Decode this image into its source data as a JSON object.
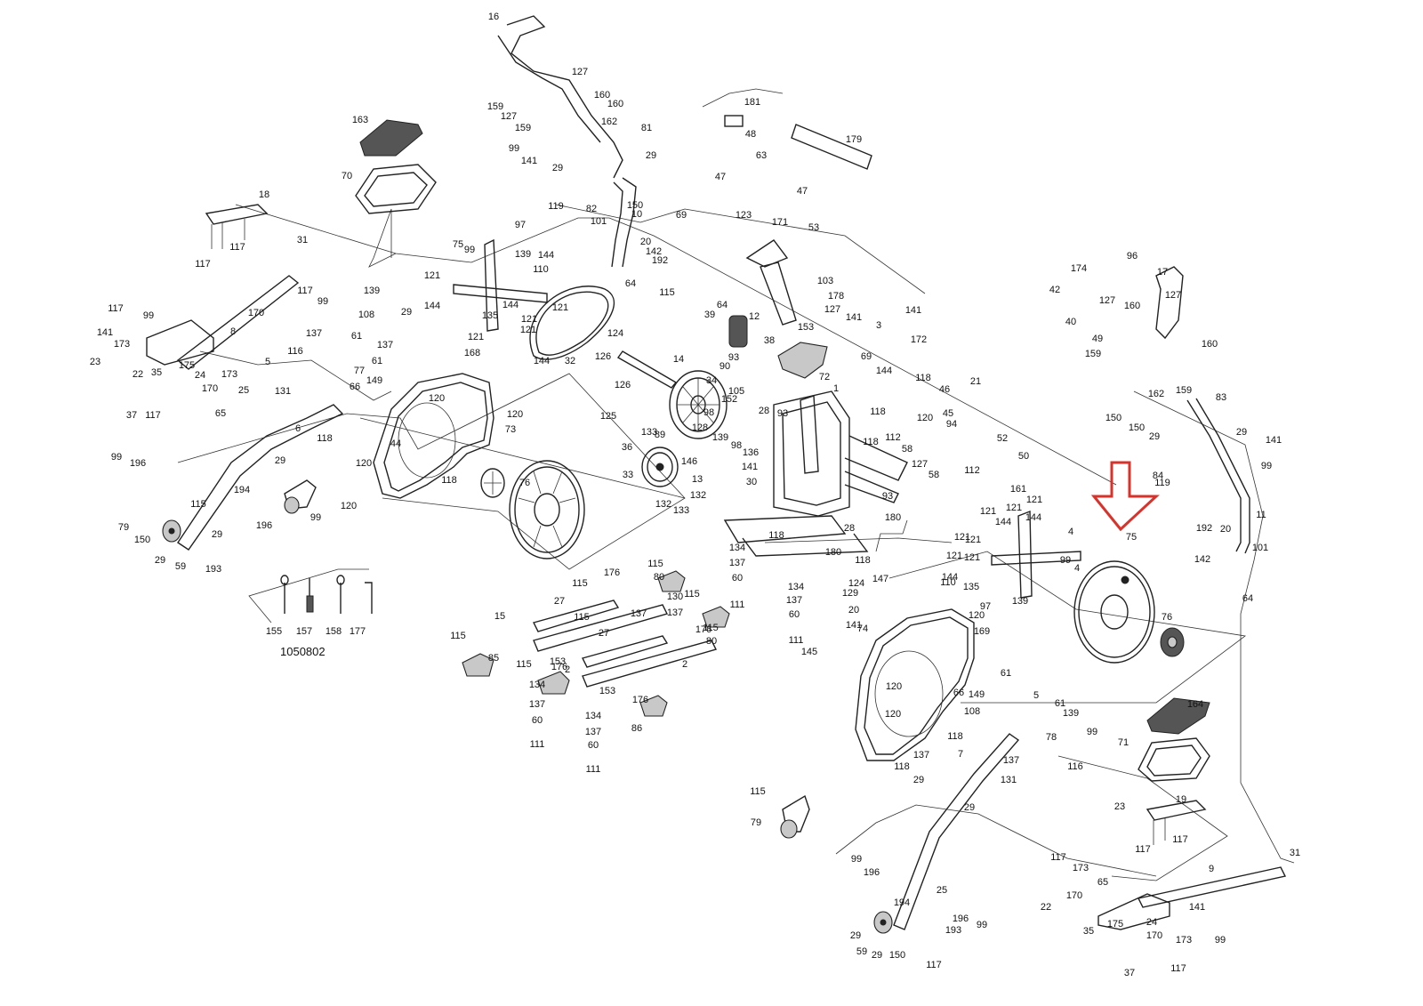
{
  "diagram": {
    "callouts": [
      "16",
      "127",
      "159",
      "160",
      "160",
      "127",
      "159",
      "162",
      "81",
      "99",
      "141",
      "29",
      "29",
      "119",
      "82",
      "150",
      "10",
      "101",
      "20",
      "142",
      "192",
      "69",
      "64",
      "181",
      "48",
      "179",
      "63",
      "47",
      "47",
      "123",
      "171",
      "53",
      "115",
      "39",
      "64",
      "12",
      "103",
      "178",
      "127",
      "141",
      "3",
      "141",
      "172",
      "153",
      "69",
      "163",
      "70",
      "18",
      "117",
      "117",
      "31",
      "117",
      "99",
      "141",
      "173",
      "170",
      "8",
      "23",
      "22",
      "35",
      "175",
      "24",
      "170",
      "173",
      "65",
      "117",
      "37",
      "99",
      "196",
      "25",
      "29",
      "115",
      "194",
      "196",
      "99",
      "79",
      "150",
      "29",
      "59",
      "29",
      "193",
      "117",
      "99",
      "139",
      "108",
      "137",
      "61",
      "5",
      "116",
      "77",
      "137",
      "61",
      "149",
      "66",
      "131",
      "6",
      "29",
      "168",
      "120",
      "120",
      "73",
      "44",
      "118",
      "120",
      "120",
      "118",
      "76",
      "75",
      "99",
      "97",
      "144",
      "121",
      "139",
      "110",
      "144",
      "135",
      "144",
      "121",
      "121",
      "121",
      "121",
      "144",
      "32",
      "124",
      "126",
      "126",
      "14",
      "34",
      "90",
      "105",
      "152",
      "98",
      "89",
      "128",
      "139",
      "98",
      "146",
      "13",
      "136",
      "28",
      "93",
      "141",
      "30",
      "125",
      "36",
      "133",
      "33",
      "132",
      "132",
      "133",
      "93",
      "38",
      "72",
      "1",
      "144",
      "118",
      "46",
      "118",
      "120",
      "45",
      "94",
      "118",
      "112",
      "58",
      "127",
      "58",
      "112",
      "93",
      "180",
      "118",
      "180",
      "28",
      "118",
      "147",
      "124",
      "21",
      "52",
      "50",
      "161",
      "121",
      "121",
      "144",
      "121",
      "144",
      "121",
      "121",
      "121",
      "121",
      "144",
      "110",
      "135",
      "97",
      "139",
      "99",
      "4",
      "4",
      "174",
      "96",
      "17",
      "42",
      "40",
      "127",
      "160",
      "127",
      "49",
      "160",
      "159",
      "162",
      "159",
      "83",
      "150",
      "150",
      "29",
      "29",
      "141",
      "99",
      "119",
      "84",
      "11",
      "192",
      "142",
      "20",
      "101",
      "64",
      "75",
      "76",
      "134",
      "137",
      "60",
      "111",
      "134",
      "137",
      "60",
      "111",
      "129",
      "20",
      "141",
      "145",
      "176",
      "115",
      "80",
      "115",
      "27",
      "130",
      "137",
      "137",
      "115",
      "115",
      "80",
      "176",
      "2",
      "27",
      "2",
      "115",
      "176",
      "153",
      "85",
      "115",
      "15",
      "115",
      "153",
      "176",
      "134",
      "137",
      "60",
      "111",
      "134",
      "137",
      "60",
      "111",
      "86",
      "155",
      "157",
      "158",
      "177",
      "120",
      "74",
      "169",
      "120",
      "66",
      "149",
      "61",
      "5",
      "108",
      "120",
      "118",
      "137",
      "118",
      "61",
      "139",
      "99",
      "137",
      "131",
      "78",
      "116",
      "164",
      "71",
      "115",
      "79",
      "29",
      "29",
      "7",
      "99",
      "196",
      "194",
      "25",
      "196",
      "99",
      "193",
      "117",
      "29",
      "59",
      "29",
      "150",
      "23",
      "19",
      "117",
      "117",
      "117",
      "173",
      "170",
      "65",
      "22",
      "35",
      "175",
      "24",
      "170",
      "173",
      "141",
      "99",
      "117",
      "37",
      "9",
      "31"
    ],
    "drawing_number": "1050802",
    "highlight": {
      "label": "75",
      "arrow_color": "#d9322b"
    }
  }
}
